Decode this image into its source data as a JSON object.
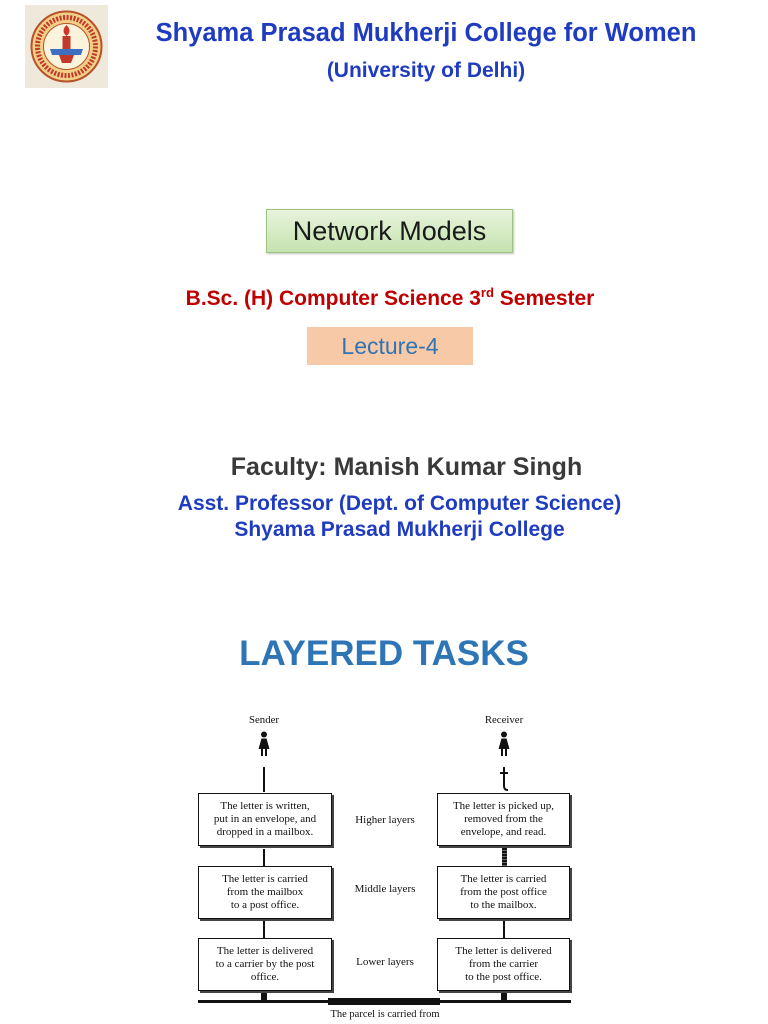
{
  "header": {
    "logo_icon": "college-seal-logo",
    "college_name": "Shyama Prasad Mukherji College for Women",
    "university": "(University of Delhi)"
  },
  "topic": "Network Models",
  "course": {
    "main": "B.Sc. (H) Computer Science 3",
    "superscript": "rd",
    "tail": "Semester"
  },
  "lecture": "Lecture-4",
  "faculty": {
    "name_line": "Faculty: Manish Kumar Singh",
    "designation": "Asst. Professor (Dept. of Computer Science)",
    "institution": "Shyama Prasad Mukherji College"
  },
  "section_title": "LAYERED TASKS",
  "diagram": {
    "sender_label": "Sender",
    "receiver_label": "Receiver",
    "person_icon": "woman-figure-icon",
    "layers": [
      {
        "label": "Higher layers",
        "sender": [
          "The letter is written,",
          "put in an envelope, and",
          "dropped in a mailbox."
        ],
        "receiver": [
          "The letter is picked up,",
          "removed from the",
          "envelope, and read."
        ]
      },
      {
        "label": "Middle layers",
        "sender": [
          "The letter is carried",
          "from the mailbox",
          "to a post office."
        ],
        "receiver": [
          "The letter is carried",
          "from the post office",
          "to the mailbox."
        ]
      },
      {
        "label": "Lower layers",
        "sender": [
          "The letter is delivered",
          "to a carrier by the post",
          "office."
        ],
        "receiver": [
          "The letter is delivered",
          "from the carrier",
          "to the post office."
        ]
      }
    ],
    "caption": "The parcel is carried from"
  },
  "colors": {
    "brand_blue": "#1f3cc0",
    "accent_blue": "#2e75b6",
    "course_red": "#c00000",
    "faculty_gray": "#3a3a3a",
    "title_box_green": "#d5ebc3",
    "title_box_border": "#9dc281",
    "lecture_box_peach": "#f8c9a6"
  }
}
